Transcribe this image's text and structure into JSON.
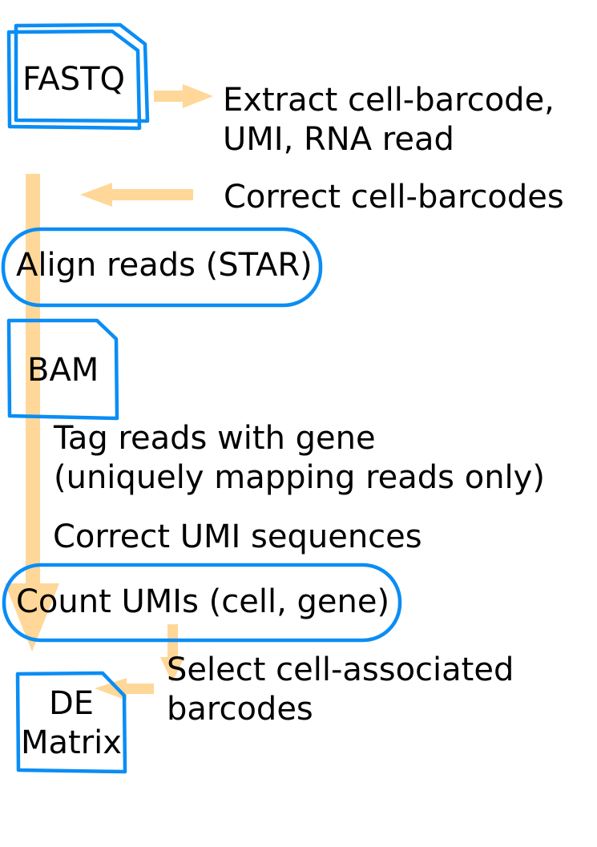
{
  "colors": {
    "node_stroke": "#0A8DF5",
    "arrow_fill": "#FFD592",
    "text": "#000000",
    "background": "#FFFFFF"
  },
  "nodes": {
    "fastq": {
      "label": "FASTQ",
      "shape": "stacked-document"
    },
    "align": {
      "label": "Align reads (STAR)",
      "shape": "rounded-pill"
    },
    "bam": {
      "label": "BAM",
      "shape": "document"
    },
    "count": {
      "label": "Count UMIs (cell, gene)",
      "shape": "rounded-pill"
    },
    "de_matrix": {
      "label_line1": "DE",
      "label_line2": "Matrix",
      "shape": "document"
    }
  },
  "steps": {
    "extract": {
      "line1": "Extract cell-barcode,",
      "line2": "UMI, RNA read"
    },
    "correct_barcodes": {
      "line1": "Correct cell-barcodes"
    },
    "tag": {
      "line1": "Tag reads with gene",
      "line2": "(uniquely mapping reads only)"
    },
    "correct_umi": {
      "line1": "Correct UMI sequences"
    },
    "select": {
      "line1": "Select cell-associated",
      "line2": "barcodes"
    }
  }
}
